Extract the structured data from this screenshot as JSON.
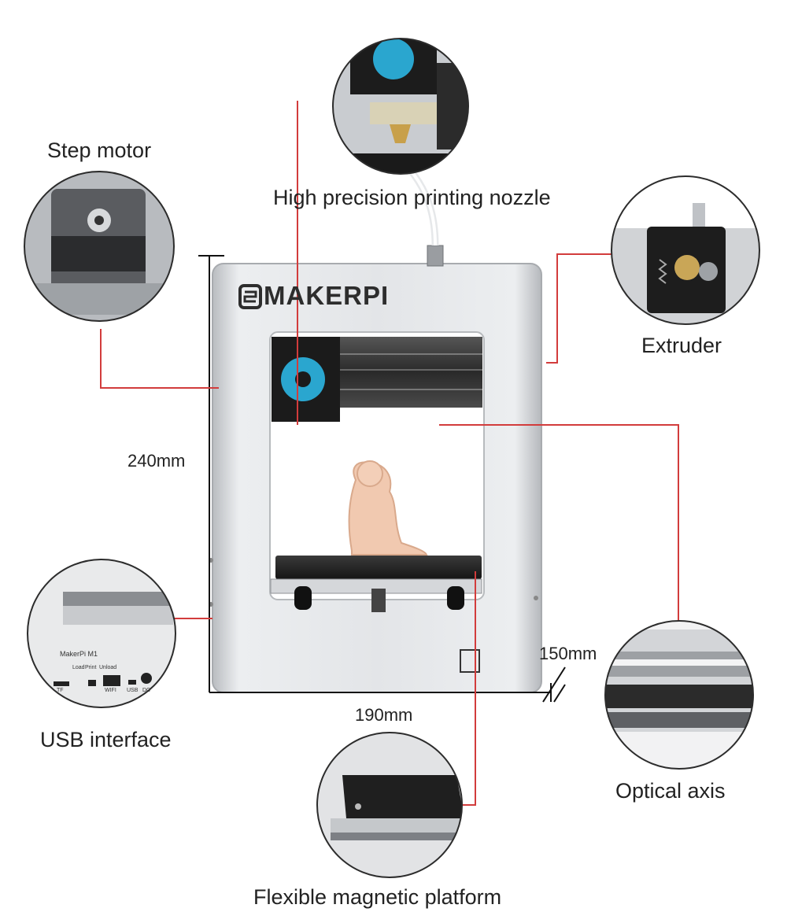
{
  "brand": {
    "logo_text": "MAKERPI"
  },
  "callouts": {
    "step_motor": "Step motor",
    "nozzle": "High precision printing nozzle",
    "extruder": "Extruder",
    "usb_interface": "USB interface",
    "optical_axis": "Optical axis",
    "platform": "Flexible magnetic platform"
  },
  "dimensions": {
    "height": "240mm",
    "width": "190mm",
    "depth": "150mm"
  },
  "panel": {
    "model": "MakerPi M1",
    "ports": [
      "Load",
      "Print",
      "Unload"
    ],
    "port_labels": [
      "TF",
      "WIFI",
      "USB",
      "DC"
    ]
  },
  "colors": {
    "leader": "#d23c3c",
    "frame": "#cfd2d6",
    "frame_dark": "#9ea2a7",
    "dim_line": "#111111"
  }
}
